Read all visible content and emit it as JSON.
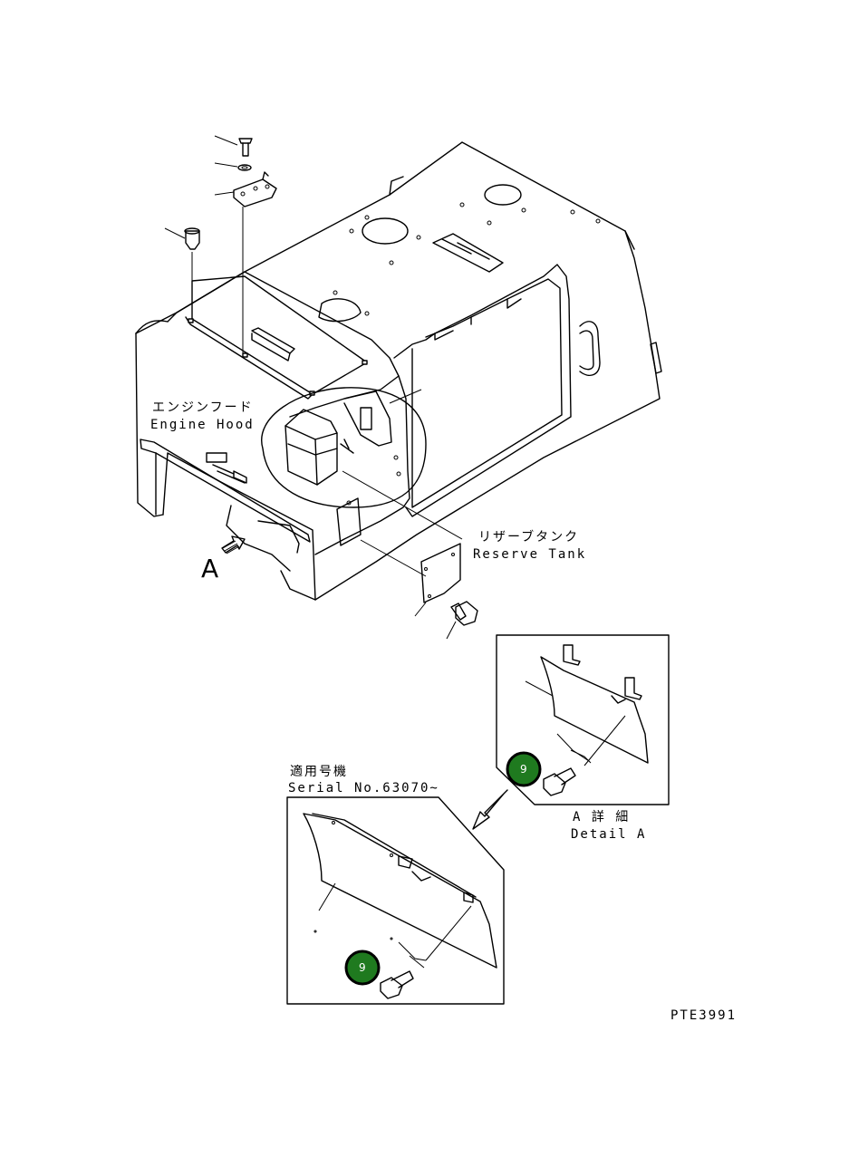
{
  "labels": {
    "engine_hood_jp": "エンジンフード",
    "engine_hood_en": "Engine Hood",
    "reserve_tank_jp": "リザーブタンク",
    "reserve_tank_en": "Reserve Tank",
    "view_arrow": "A",
    "serial_jp": "適用号機",
    "serial_en": "Serial No.63070~",
    "detail_jp": "A 詳 細",
    "detail_en": "Detail A",
    "drawing_number": "PTE3991"
  },
  "callouts": [
    {
      "number": "9"
    },
    {
      "number": "9"
    }
  ],
  "colors": {
    "callout_fill": "#1f7a1f",
    "callout_ring": "#000000",
    "line": "#000000",
    "background": "#ffffff"
  }
}
